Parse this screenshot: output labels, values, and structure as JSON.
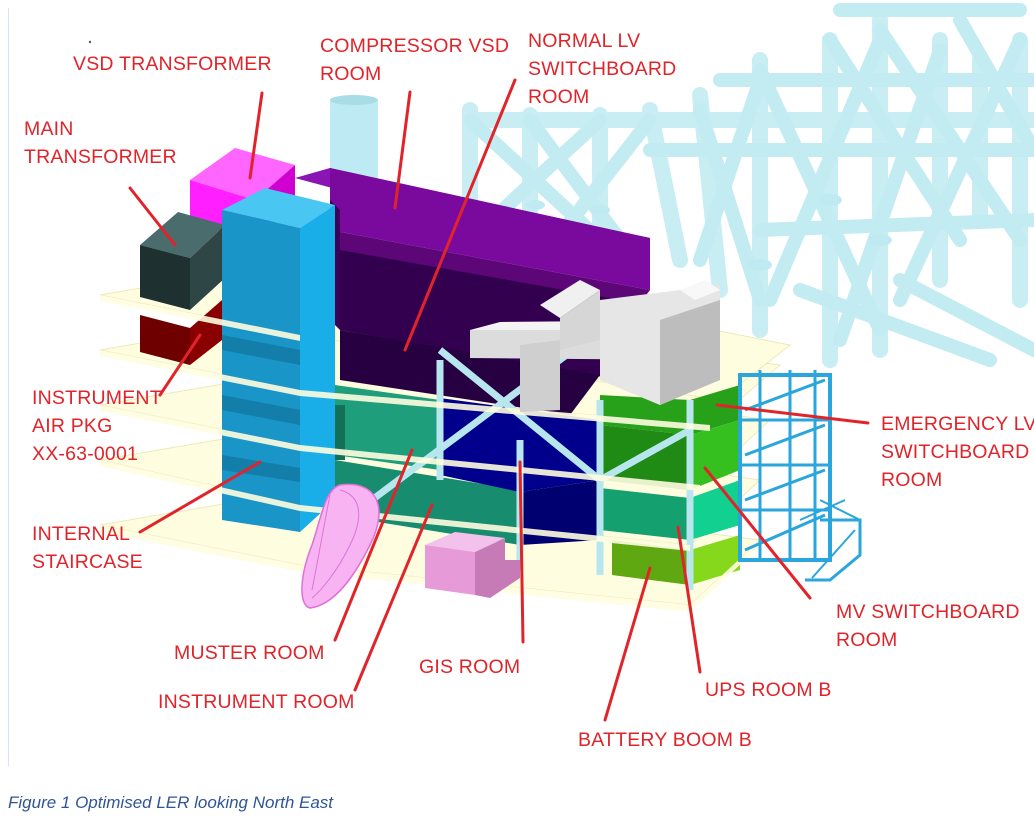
{
  "labels": {
    "vsd_transformer": "VSD TRANSFORMER",
    "compressor_vsd_room": "COMPRESSOR VSD\nROOM",
    "normal_lv_switchboard_room": "NORMAL LV\nSWITCHBOARD\nROOM",
    "main_transformer": "MAIN\nTRANSFORMER",
    "instrument_air_pkg": "INSTRUMENT\nAIR PKG\nXX-63-0001",
    "internal_staircase": "INTERNAL\nSTAIRCASE",
    "emergency_lv_switchboard_room": "EMERGENCY LV\nSWITCHBOARD\nROOM",
    "mv_switchboard_room": "MV SWITCHBOARD\nROOM",
    "muster_room": "MUSTER ROOM",
    "instrument_room": "INSTRUMENT ROOM",
    "gis_room": "GIS ROOM",
    "ups_room_b": "UPS ROOM B",
    "battery_boom_b": "BATTERY BOOM B"
  },
  "caption": "Figure 1 Optimised LER looking North East",
  "colors": {
    "label_red": "#e0242a",
    "caption_blue": "#2f5597",
    "deck": "#fffde0",
    "steel": "#c8eef4",
    "stair_blue": "#2aa6dc",
    "vsd_transformer": "#ff1fff",
    "main_transformer": "#2f4646",
    "instrument_air": "#6e0000",
    "tower": "#1aaee8",
    "compressor_vsd": "#7a0a9e",
    "normal_lv": "#260040",
    "muster": "#178c6e",
    "gis": "#00008c",
    "emergency_lv": "#1f8a14",
    "mv_switchboard": "#12b880",
    "battery": "#6fbc16",
    "gis_module": "#e79ad8",
    "lifeboat": "#f089e6",
    "ducting": "#e6e6e6"
  }
}
